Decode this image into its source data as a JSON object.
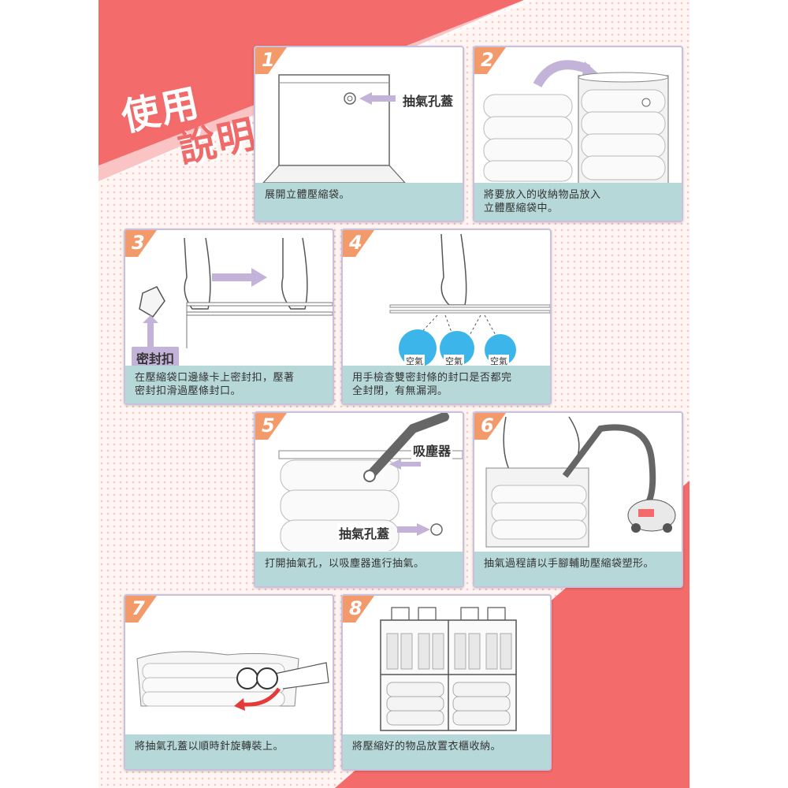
{
  "title": {
    "line1": "使用",
    "line2": "說明"
  },
  "colors": {
    "accent_red": "#f36b6b",
    "panel_border": "#c9c0dd",
    "caption_bg": "#b7d8d8",
    "tag_bg": "#c3b3d8",
    "arrow": "#bfaed6"
  },
  "steps": [
    {
      "num": "1",
      "caption": "展開立體壓縮袋。",
      "label": "抽氣孔蓋"
    },
    {
      "num": "2",
      "caption": "將要放入的收納物品放入\n立體壓縮袋中。"
    },
    {
      "num": "3",
      "caption": "在壓縮袋口邊緣卡上密封扣，壓著\n密封扣滑過壓條封口。",
      "label": "密封扣"
    },
    {
      "num": "4",
      "caption": "用手檢查雙密封條的封口是否都完\n全封閉，有無漏洞。",
      "air_labels": [
        "空氣",
        "空氣",
        "空氣"
      ]
    },
    {
      "num": "5",
      "caption": "打開抽氣孔，以吸塵器進行抽氣。",
      "label": "吸塵器",
      "label2": "抽氣孔蓋"
    },
    {
      "num": "6",
      "caption": "抽氣過程請以手腳輔助壓縮袋塑形。"
    },
    {
      "num": "7",
      "caption": "將抽氣孔蓋以順時針旋轉裝上。"
    },
    {
      "num": "8",
      "caption": "將壓縮好的物品放置衣櫃收納。"
    }
  ]
}
